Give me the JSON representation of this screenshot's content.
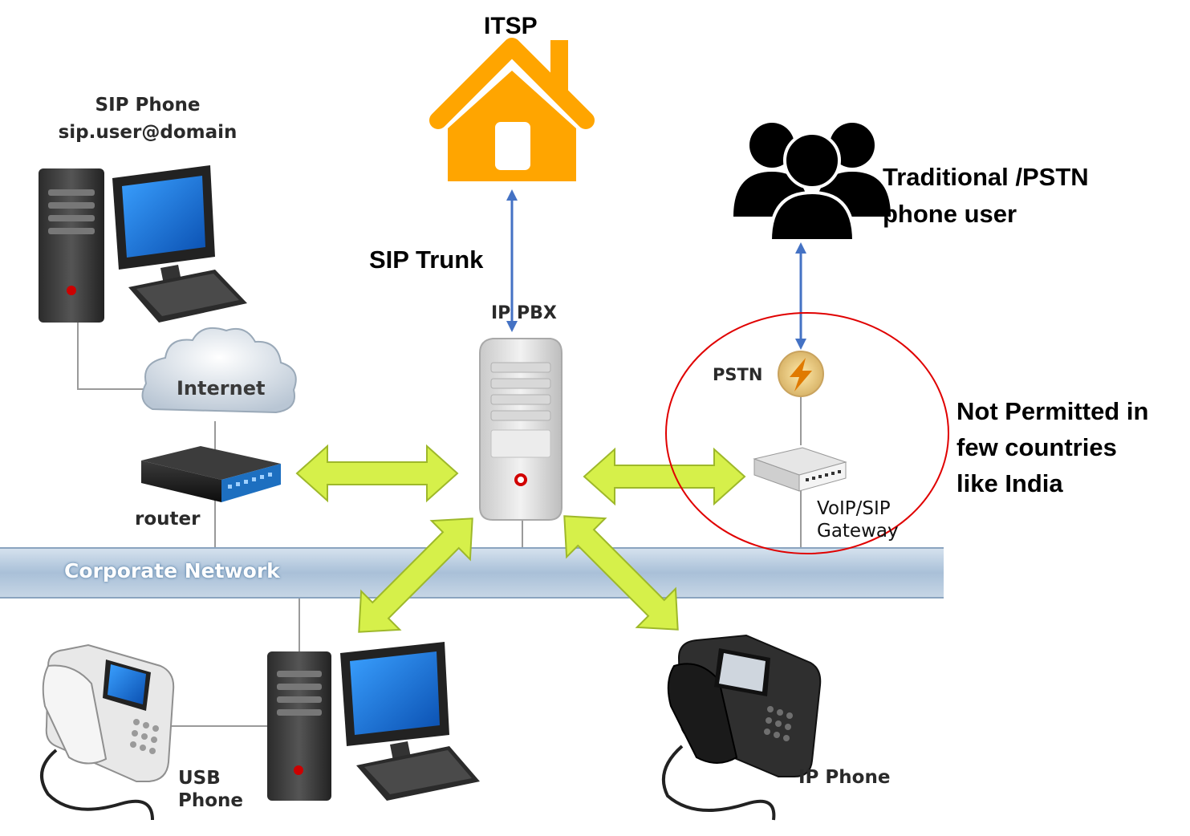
{
  "diagram": {
    "nodes": {
      "itsp": {
        "label": "ITSP",
        "icon": "house-icon"
      },
      "sip_phone": {
        "label": "SIP Phone\nsip.user@domain",
        "icon": "desktop-computer-icon"
      },
      "internet": {
        "label": "Internet",
        "icon": "cloud-icon"
      },
      "router": {
        "label": "router",
        "icon": "router-icon"
      },
      "ip_pbx": {
        "label": "IP PBX",
        "icon": "server-tower-icon"
      },
      "pstn": {
        "label": "PSTN",
        "icon": "lightning-icon"
      },
      "pstn_users": {
        "label": "Traditional /PSTN\nphone user",
        "icon": "people-group-icon"
      },
      "gateway": {
        "label": "VoIP/SIP\nGateway",
        "icon": "gateway-box-icon"
      },
      "usb_phone": {
        "label": "USB\nPhone",
        "icon": "desk-phone-icon"
      },
      "ip_phone": {
        "label": "IP Phone",
        "icon": "desk-phone-icon"
      },
      "corporate_network": {
        "label": "Corporate Network",
        "icon": "network-bar"
      }
    },
    "edges": {
      "sip_trunk": {
        "label": "SIP Trunk",
        "from": "ip_pbx",
        "to": "itsp"
      },
      "pstn_link": {
        "from": "pstn",
        "to": "pstn_users"
      },
      "router_pbx": {
        "from": "router",
        "to": "ip_pbx"
      },
      "gateway_pbx": {
        "from": "gateway",
        "to": "ip_pbx"
      },
      "usb_pbx": {
        "from": "usb_phone",
        "to": "ip_pbx"
      },
      "ipphone_pbx": {
        "from": "ip_phone",
        "to": "ip_pbx"
      }
    },
    "annotation": {
      "text": "Not Permitted in\nfew countries\nlike India"
    },
    "colors": {
      "house": "#FFA500",
      "link_blue": "#4472C4",
      "arrow_green": "#D6F04A",
      "highlight_circle": "#E00000",
      "network_bar": "#A8C0D8"
    }
  }
}
